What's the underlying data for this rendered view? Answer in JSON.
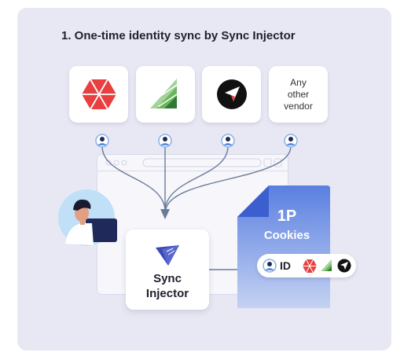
{
  "title": "1. One-time identity sync by Sync Injector",
  "vendors": [
    {
      "name": "red-hexagon-logo-icon"
    },
    {
      "name": "green-triangle-logo-icon"
    },
    {
      "name": "black-arrow-logo-icon"
    },
    {
      "label": "Any\nother\nvendor"
    }
  ],
  "injector": {
    "label": "Sync\nInjector"
  },
  "cookies": {
    "title": "1P",
    "subtitle": "Cookies"
  },
  "id_pill": {
    "label": "ID"
  },
  "colors": {
    "panel": "#e8e8f4",
    "red": "#e84040",
    "green": "#4a9e3a",
    "cookie_blue": "#5a7fe0",
    "arrow": "#6a7b9a",
    "injector_logo": "#3a4bb8"
  }
}
